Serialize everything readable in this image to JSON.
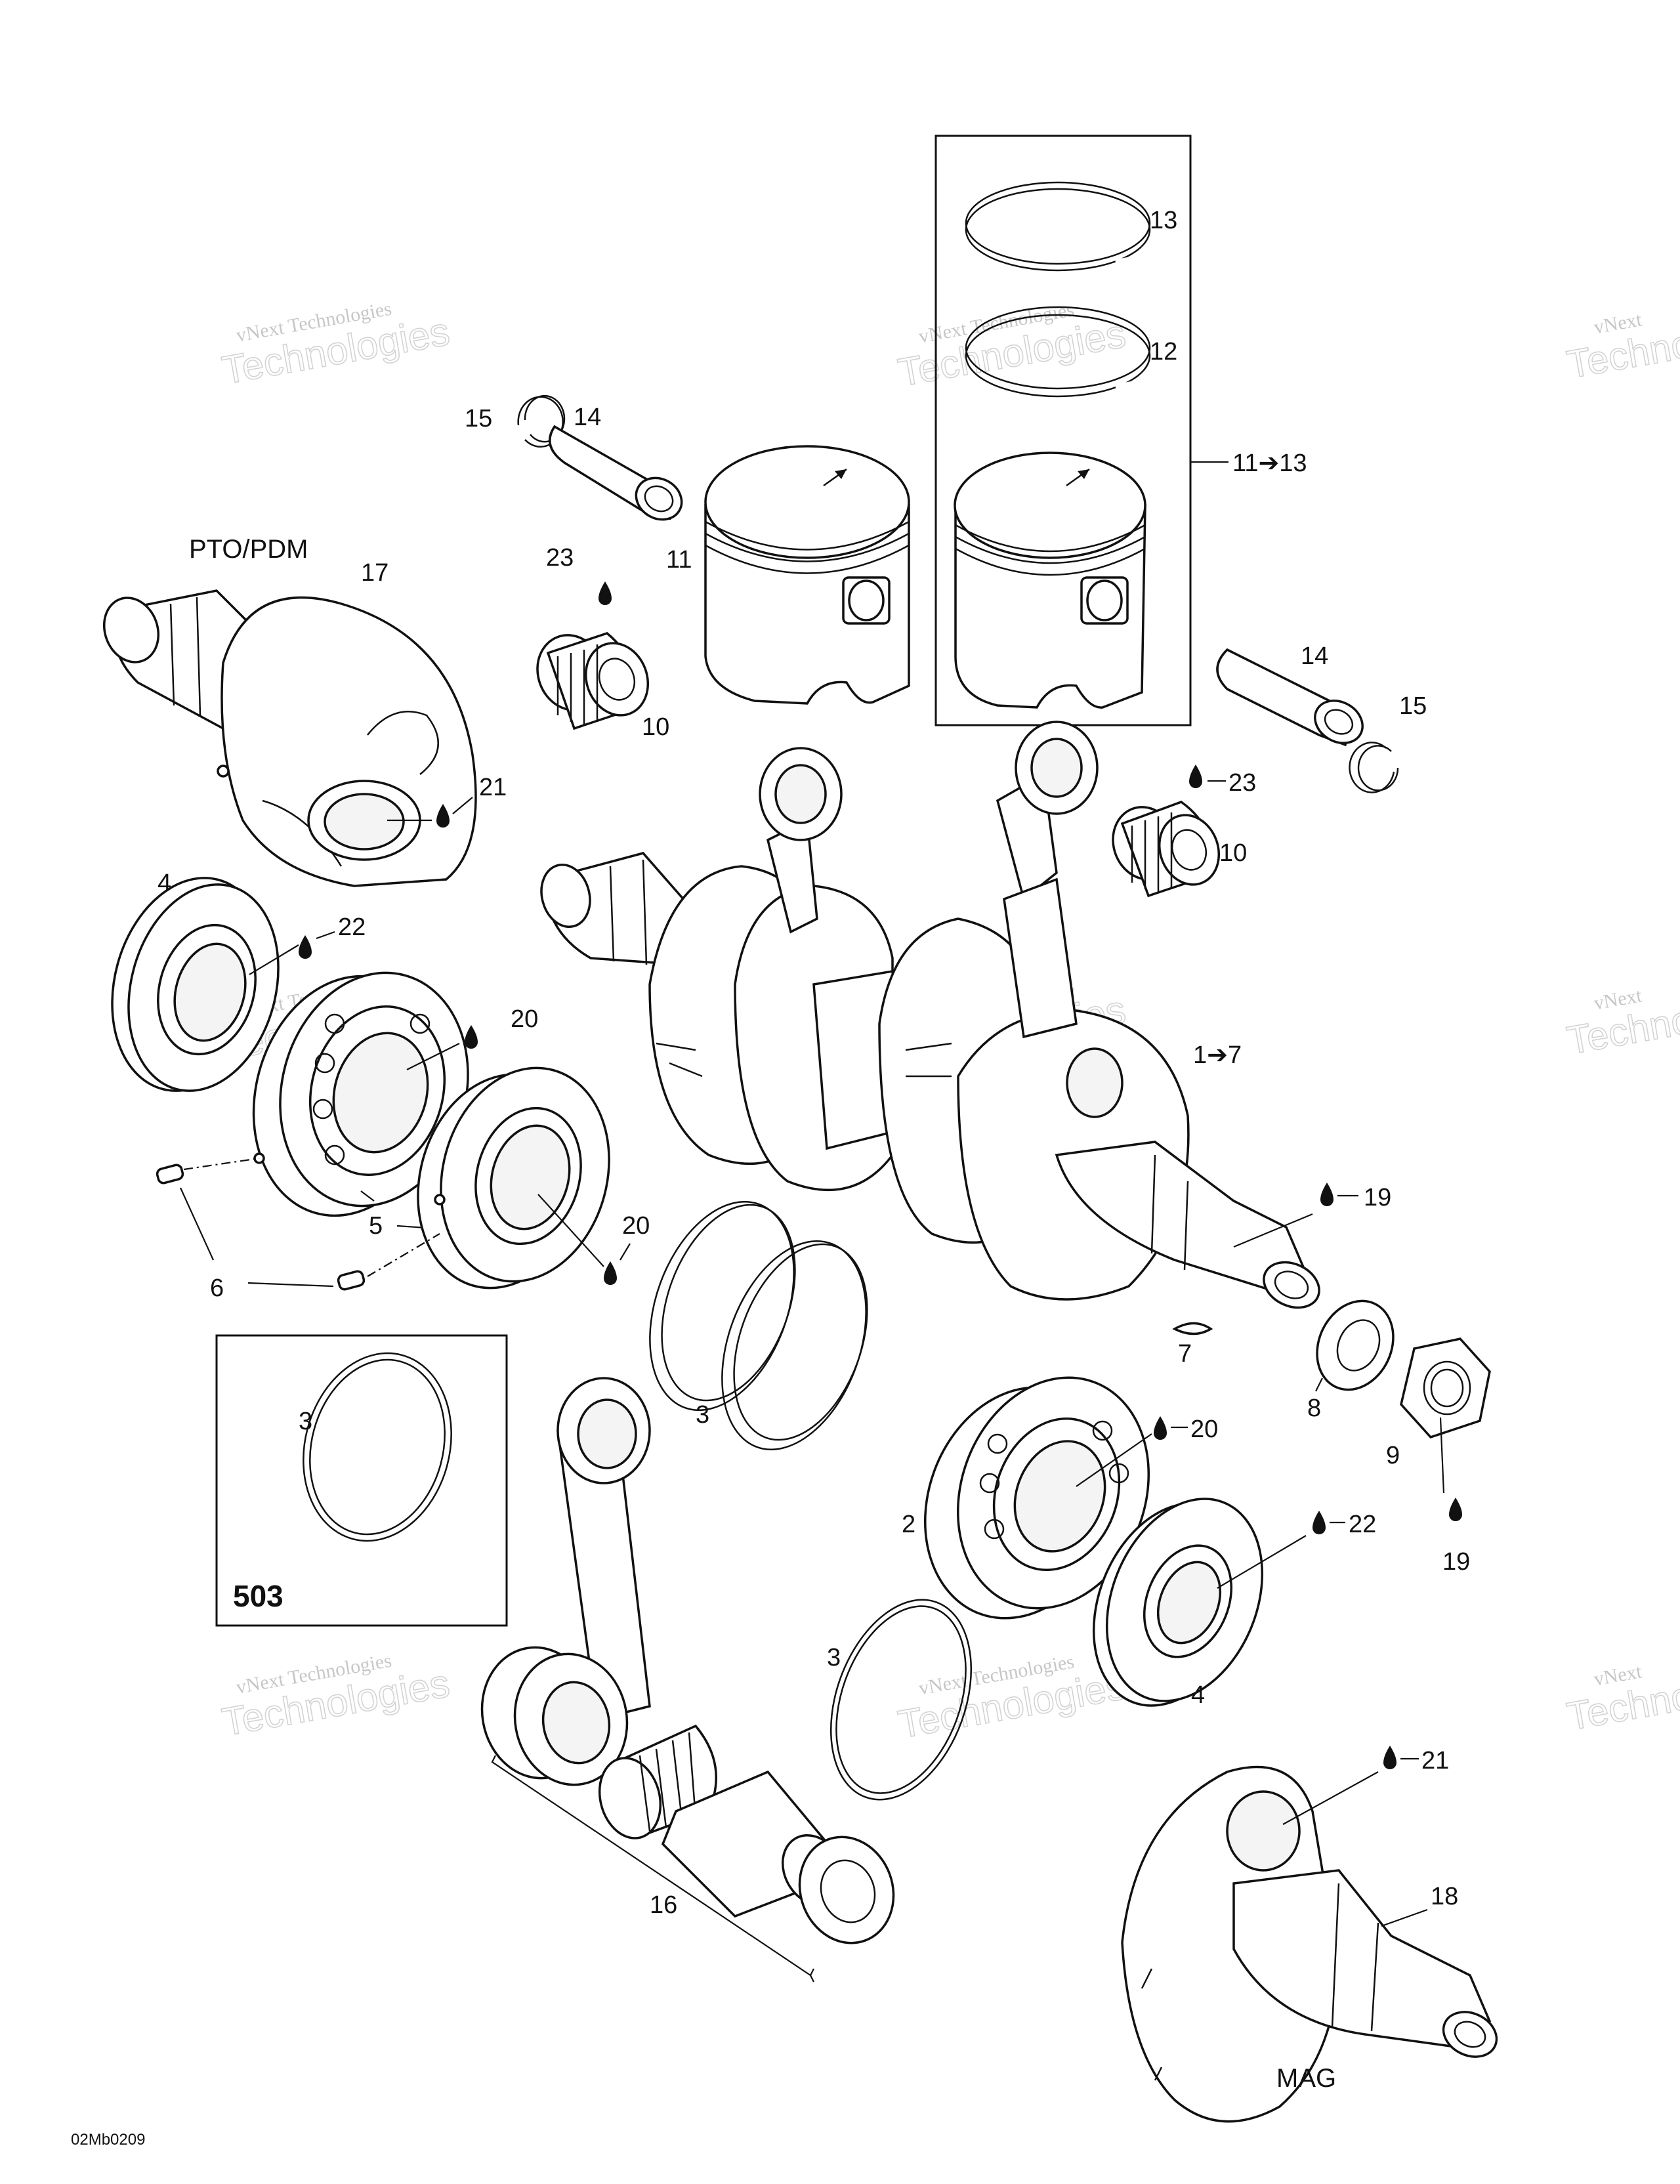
{
  "labels": {
    "pto": "PTO/PDM",
    "mag": "MAG",
    "kit": "503",
    "figure_code": "02Mb0209",
    "p1_7": "1➔7",
    "p2": "2",
    "p3a": "3",
    "p3b": "3",
    "p3c": "3",
    "p4a": "4",
    "p4b": "4",
    "p5": "5",
    "p6": "6",
    "p7": "7",
    "p8": "8",
    "p9": "9",
    "p10a": "10",
    "p10b": "10",
    "p11": "11",
    "p11_13": "11➔13",
    "p12": "12",
    "p13": "13",
    "p14a": "14",
    "p14b": "14",
    "p15a": "15",
    "p15b": "15",
    "p16": "16",
    "p17": "17",
    "p18": "18",
    "p19a": "19",
    "p19b": "19",
    "p20a": "20",
    "p20b": "20",
    "p20c": "20",
    "p21a": "21",
    "p21b": "21",
    "p22a": "22",
    "p22b": "22",
    "p23a": "23",
    "p23b": "23"
  },
  "watermark": {
    "line1": "vNext Technologies",
    "line2": "Technologies",
    "line3": "vNext"
  }
}
